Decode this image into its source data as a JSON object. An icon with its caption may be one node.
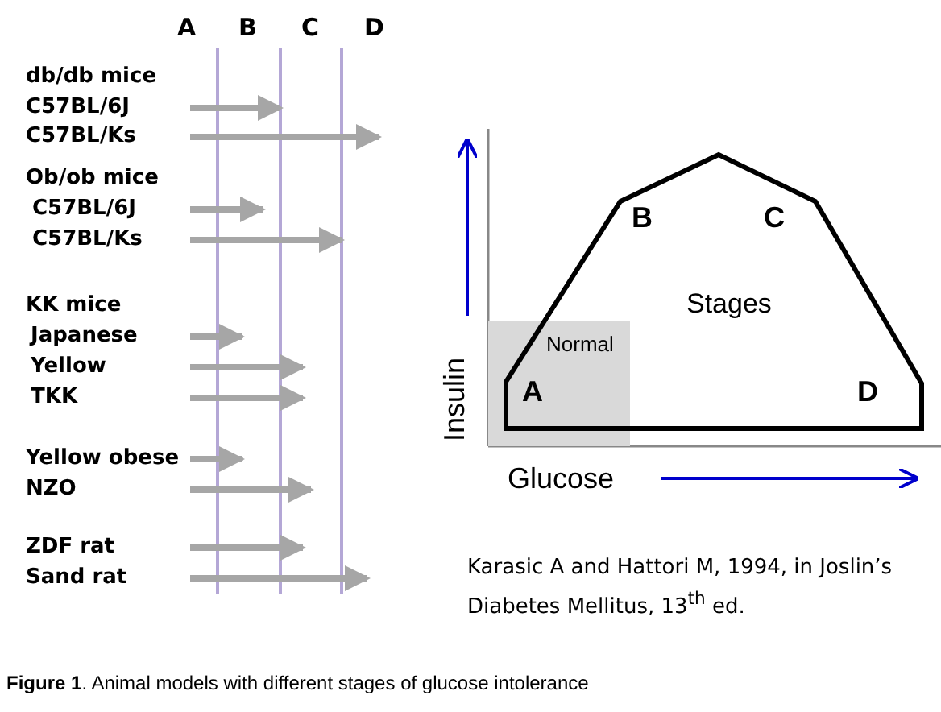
{
  "diagram": {
    "caption": "**Figure 1**. Animal models with different stages of glucose intolerance",
    "nodes": [
      {
        "text": [
          "B",
          "C",
          "Stages",
          "D"
        ]
      },
      {
        "text": [
          "Normal",
          "A"
        ]
      }
    ],
    "labels": [
      "A",
      "B",
      "C",
      "D",
      "db/db mice",
      "C57BL/6J",
      "C57BL/Ks",
      "Ob/ob mice",
      "C57BL/6J",
      "C57BL/Ks",
      "KK mice",
      "Japanese",
      "Yellow",
      "TKK",
      "Yellow obese",
      "NZO",
      "ZDF rat",
      "Sand rat",
      "Insulin",
      "Glucose",
      "Karasic A and Hattori M, 1994, in Joslin’s Diabetes Mellitus, 13$^{th}$ ed."
    ]
  }
}
